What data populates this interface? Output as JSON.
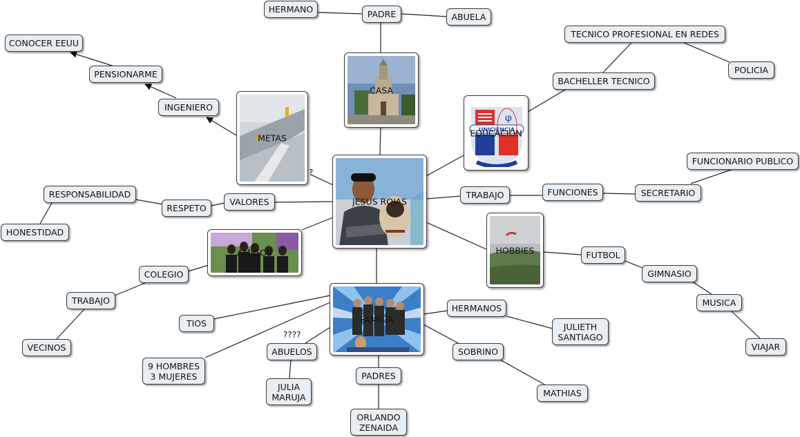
{
  "map_title": "Mapa conceptual Jesus Rojas",
  "center": {
    "label": "JESUS ROJAS"
  },
  "image_nodes": {
    "casa": "CASA",
    "metas": "METAS",
    "educacion": "EDUCACION",
    "educacion_logo": "UNICIENCIA",
    "amigos": "AMIGOS",
    "familia": "FAMILIA",
    "hobbies": "HOBBIES"
  },
  "nodes": {
    "hermano": "HERMANO",
    "padre": "PADRE",
    "abuela": "ABUELA",
    "conocer_eeuu": "CONOCER EEUU",
    "pensionarme": "PENSIONARME",
    "ingeniero": "INGENIERO",
    "tecnico_redes": "TECNICO  PROFESIONAL EN REDES",
    "policia": "POLICIA",
    "bachiller": "BACHELLER TECNICO",
    "funcionario": "FUNCIONARIO PUBLICO",
    "responsabilidad": "RESPONSABILIDAD",
    "respeto": "RESPETO",
    "valores": "VALORES",
    "honestidad": "HONESTIDAD",
    "trabajo_right": "TRABAJO",
    "funciones": "FUNCIONES",
    "secretario": "SECRETARIO",
    "colegio": "COLEGIO",
    "trabajo_left": "TRABAJO",
    "futbol": "FUTBOL",
    "gimnasio": "GIMNASIO",
    "musica": "MUSICA",
    "viajar": "VIAJAR",
    "tios": "TIOS",
    "vecinos": "VECINOS",
    "hermanos": "HERMANOS",
    "julieth": "JULIETH\nSANTIAGO",
    "hombres": "9 HOMBRES\n3 MUJERES",
    "abuelos": "ABUELOS",
    "sobrino": "SOBRINO",
    "padres": "PADRES",
    "julia": "JULIA\nMARUJA",
    "mathias": "MATHIAS",
    "orlando": "ORLANDO\nZENAIDA"
  },
  "link_labels": {
    "metas_q": "?",
    "abuelos_q": "????"
  },
  "colors": {
    "node_fill": "#e9eef2",
    "line": "#222222",
    "unic_red": "#e0302a",
    "unic_blue": "#1f3f9a"
  }
}
